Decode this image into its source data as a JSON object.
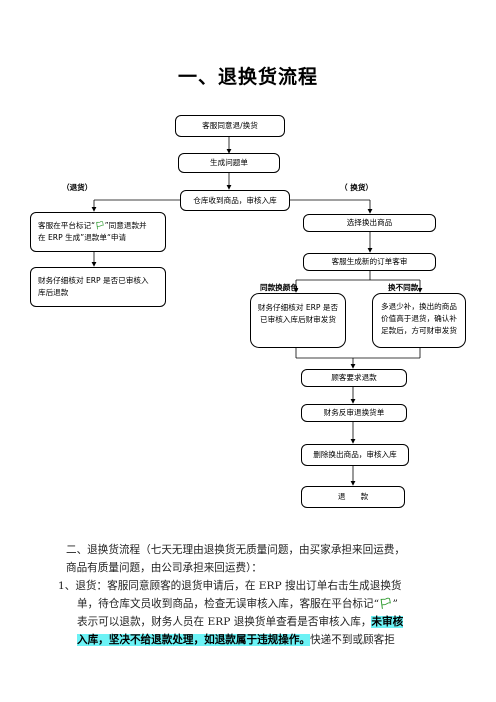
{
  "doc": {
    "title": "一、退换货流程"
  },
  "flow": {
    "agree": "客服同意退/换货",
    "ticket": "生成问题单",
    "warehouse": "仓库收到商品，审核入库",
    "branch_return": "（退货）",
    "branch_exchange": "（ 换货）",
    "mark_a": "客服在平台标记“",
    "mark_b": "”同意退款并",
    "mark_c": "在 ERP 生成”退款单“申请",
    "finance_return_a": "财务仔细核对 ERP 是否已审核入",
    "finance_return_b": "库后退款",
    "select": "选择换出商品",
    "new_order": "客服生成新的订单客审",
    "same_label": "同款换颜色",
    "diff_label": "换不同款",
    "same_body_a": "财务仔细核对 ERP 是否",
    "same_body_b": "已审核入库后财审发货",
    "diff_body_a": "多退少补，换出的商品",
    "diff_body_b": "价值高于退货，确认补",
    "diff_body_c": "足款后，方可财审发货",
    "customer_refund": "顾客要求退款",
    "finance_reverse": "财务反审退换货单",
    "delete_goods": "删除换出商品，审核入库",
    "refund": "退　　款",
    "flag_glyph": "🏳"
  },
  "section2": {
    "line1": "二、退换货流程（七天无理由退换货无质量问题，由买家承担来回运费，",
    "line2": "商品有质量问题，由公司承担来回运费）：",
    "line3": "1、退货：客服同意顾客的退货申请后，在 ERP 搜出订单右击生成退换货",
    "line4": "单，待仓库文员收到商品，检查无误审核入库，客服在平台标记“",
    "line4_end": "”",
    "line5_a": "表示可以退款，财务人员在 ERP 退换货单查看是否审核入库，",
    "line5_hl": "未审核",
    "line6_hl": "入库，坚决不给退款处理，如退款属于违规操作。",
    "line6_b": "快递不到或顾客拒"
  }
}
